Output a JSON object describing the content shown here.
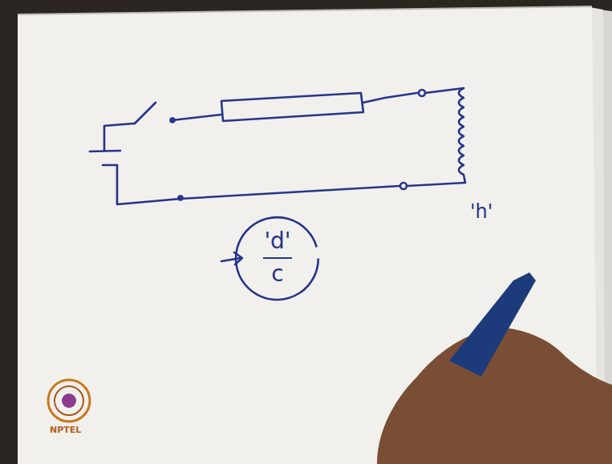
{
  "diagram": {
    "nodes": [
      {
        "text": [
          "'d'",
          "c"
        ]
      }
    ],
    "labels": [
      "'h'",
      "NPTEL"
    ]
  }
}
